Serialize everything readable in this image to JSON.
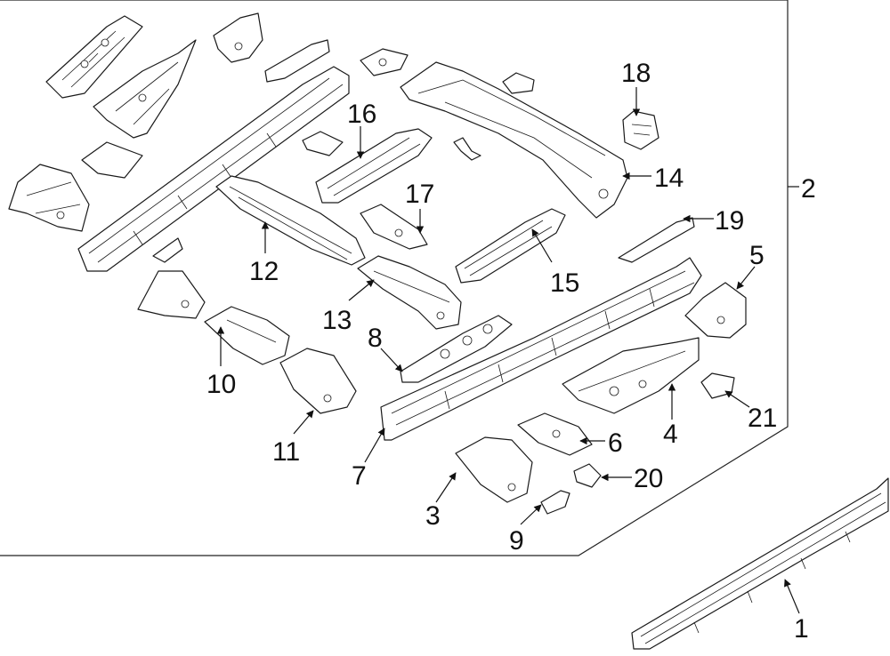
{
  "callouts": {
    "c1": "1",
    "c2": "2",
    "c3": "3",
    "c4": "4",
    "c5": "5",
    "c6": "6",
    "c7": "7",
    "c8": "8",
    "c9": "9",
    "c10": "10",
    "c11": "11",
    "c12": "12",
    "c13": "13",
    "c14": "14",
    "c15": "15",
    "c16": "16",
    "c17": "17",
    "c18": "18",
    "c19": "19",
    "c20": "20",
    "c21": "21"
  },
  "colors": {
    "line": "#1a1a1a",
    "background": "#ffffff"
  }
}
